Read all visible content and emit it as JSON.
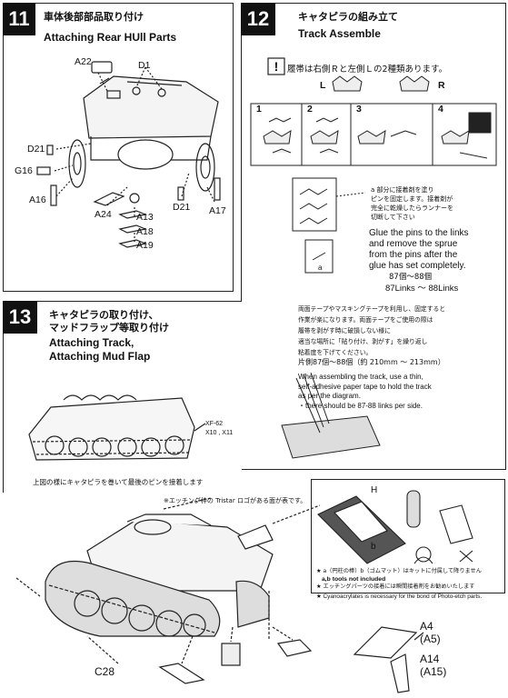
{
  "step11": {
    "number": "11",
    "title_jp": "車体後部部品取り付け",
    "title_en": "Attaching Rear HUll Parts",
    "parts": {
      "a22": "A22",
      "d1": "D1",
      "d21_left": "D21",
      "g16": "G16",
      "a16": "A16",
      "a24": "A24",
      "a13": "A13",
      "a18": "A18",
      "a19": "A19",
      "d21_right": "D21",
      "a17": "A17"
    }
  },
  "step12": {
    "number": "12",
    "title_jp": "キャタピラの組み立て",
    "title_en": "Track Assemble",
    "note_jp": "履帯は右側Ｒと左側Ｌの2種類あります。",
    "label_l": "L",
    "label_r": "R",
    "sub_steps": [
      "1",
      "2",
      "3",
      "4"
    ],
    "callout_a_jp": "a 部分に接着剤を塗り\nピンを固定します。接着剤が\n完全に乾燥したらランナーを\n切断して下さい",
    "callout_a_label": "a",
    "callout_en": "Glue the pins to the links\nand remove the sprue\nfrom the pins after the\nglue has set completely.",
    "links_jp": "87個〜88個",
    "links_en": "87Links 〜 88Links",
    "tape_note_jp": "両面テープやマスキングテープを利用し、固定すると\n作業が楽になります。両面テープをご使用の際は\n履帯を剥がす時に破損しない様に\n適当な場所に「貼り付け、剥がす」を繰り返し\n粘着度を下げてください。",
    "count_jp": "片側87個〜88個（約 210mm 〜 213mm）",
    "tape_note_en": "When assembling the track, use a thin,\nself-adhesive paper tape to hold the track\nas per the diagram.\n・there should be 87-88 links per side."
  },
  "step13": {
    "number": "13",
    "title_jp": "キャタピラの取り付け、\nマッドフラップ等取り付け",
    "title_en": "Attaching Track,\nAttaching Mud Flap",
    "etch_ref": "XF-62\nX10 , X11",
    "track_note_jp": "上図の様にキャタピラを巻いて最後のピンを接着します",
    "etch_logo_note": "※エッチング枠の Tristar ロゴがある面が表です。",
    "tool_label_h": "H",
    "tool_label_b": "b",
    "tools_note_1": "★ a（円柱の棒）b（ゴムマット）はキットに付属して降りません",
    "tools_note_2": "a,b tools not included",
    "tools_note_3": "★ エッチングパーツの接着には瞬間接着剤をお勧めいたします",
    "tools_note_4": "★ Cyanoacrylates is necessary for the bond of Photo-etch parts.",
    "parts": {
      "a4": "A4",
      "a5": "(A5)",
      "a14": "A14",
      "a15": "(A15)",
      "c28": "C28"
    }
  }
}
